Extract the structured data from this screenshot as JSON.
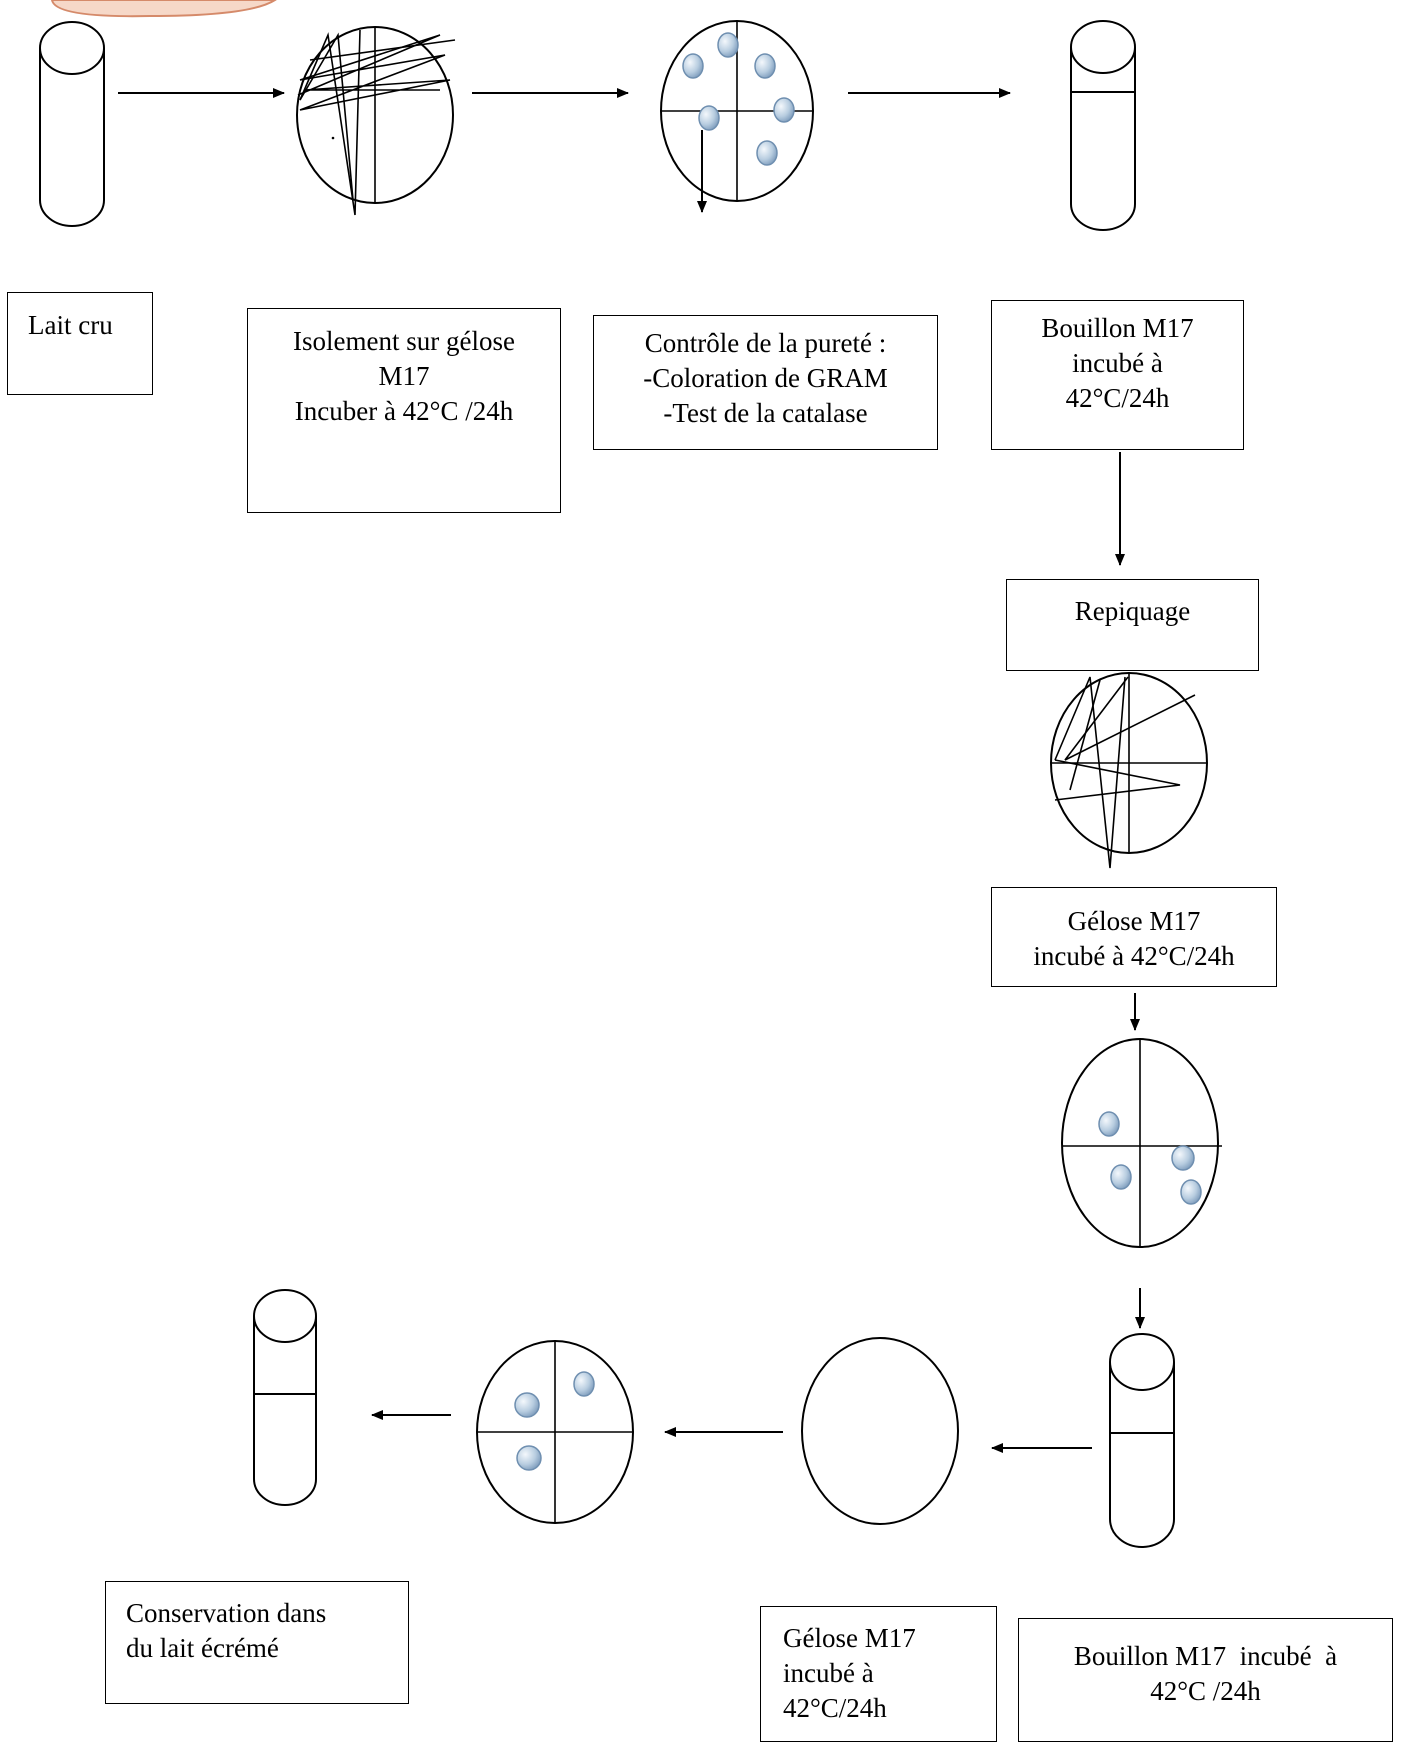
{
  "diagram": {
    "steps": {
      "lait_cru": {
        "lines": [
          "Lait cru"
        ]
      },
      "isolement": {
        "lines": [
          "Isolement sur gélose",
          "M17",
          "Incuber à 42°C /24h"
        ]
      },
      "controle": {
        "lines": [
          "Contrôle de la pureté :",
          "-Coloration de GRAM",
          "-Test de la catalase"
        ]
      },
      "bouillon_1": {
        "lines": [
          "Bouillon M17",
          "incubé à",
          "42°C/24h"
        ]
      },
      "repiquage": {
        "lines": [
          "Repiquage"
        ]
      },
      "gelose_1": {
        "lines": [
          "Gélose M17",
          "incubé à 42°C/24h"
        ]
      },
      "bouillon_2": {
        "lines": [
          "Bouillon M17  incubé  à",
          "42°C /24h"
        ]
      },
      "gelose_2": {
        "lines": [
          "Gélose M17",
          "incubé  à",
          "42°C/24h"
        ]
      },
      "conservation": {
        "lines": [
          "Conservation dans",
          "du lait écrémé"
        ]
      }
    },
    "colors": {
      "line": "#000000",
      "colony_fill": "#b8cde0",
      "colony_edge": "#6f8fb0",
      "decor_badge_fill": "#f6d8c8",
      "decor_badge_edge": "#d58a6a"
    }
  }
}
